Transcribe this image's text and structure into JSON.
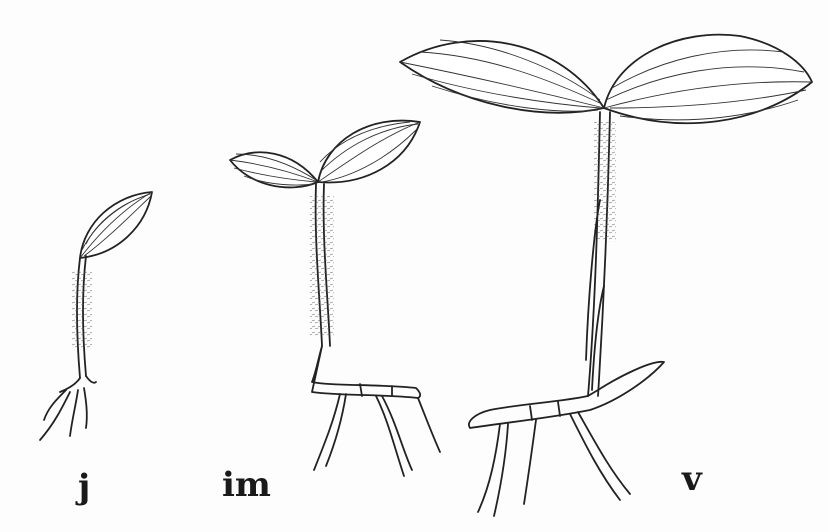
{
  "stages": [
    {
      "id": "j",
      "label": "j"
    },
    {
      "id": "im",
      "label": "im"
    },
    {
      "id": "v",
      "label": "v"
    }
  ]
}
